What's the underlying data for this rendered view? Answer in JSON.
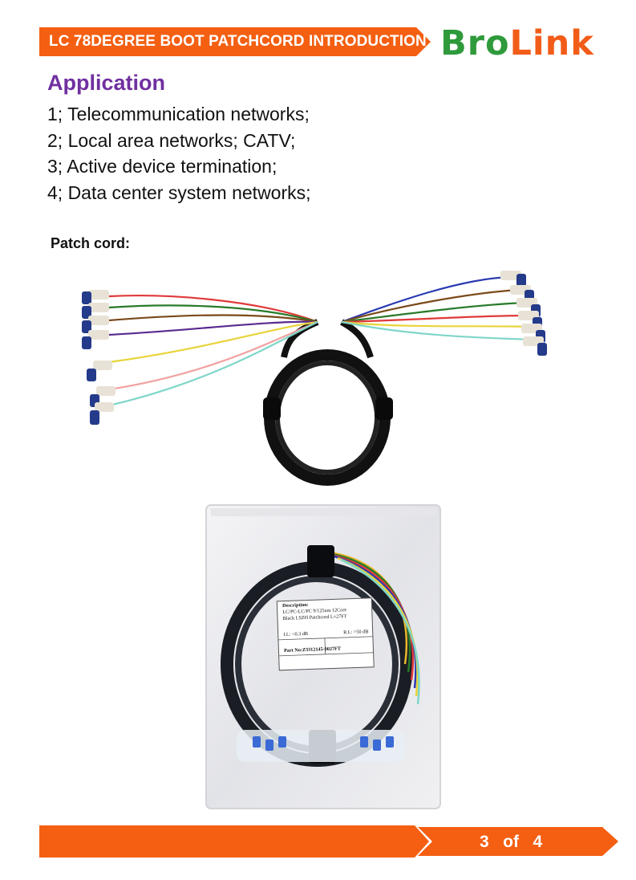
{
  "header": {
    "title": "LC 78DEGREE BOOT PATCHCORD INTRODUCTION",
    "banner_color": "#f45f12"
  },
  "logo": {
    "part1": "Bro",
    "part2": "Link",
    "color_part1": "#2e9a3b",
    "color_part2": "#f25c19"
  },
  "application": {
    "title": "Application",
    "title_color": "#7030a0",
    "items": [
      "1; Telecommunication networks;",
      "2; Local area networks; CATV;",
      "3; Active device termination;",
      "4; Data center system networks;"
    ]
  },
  "patch_cord": {
    "label": "Patch cord:"
  },
  "bag_label": {
    "line1": "Description:",
    "line2": "LC/PC-LC/PC 9/125um 12Core",
    "line3": "Black LSZH Patchcord L=27FT",
    "il": "I.L: <0.3 dB",
    "rl": "R.L: >50 dB",
    "part_no": "Part No:Z3312145-0027FT"
  },
  "footer": {
    "page_label": "3   of   4",
    "bar_color": "#f45f12"
  }
}
